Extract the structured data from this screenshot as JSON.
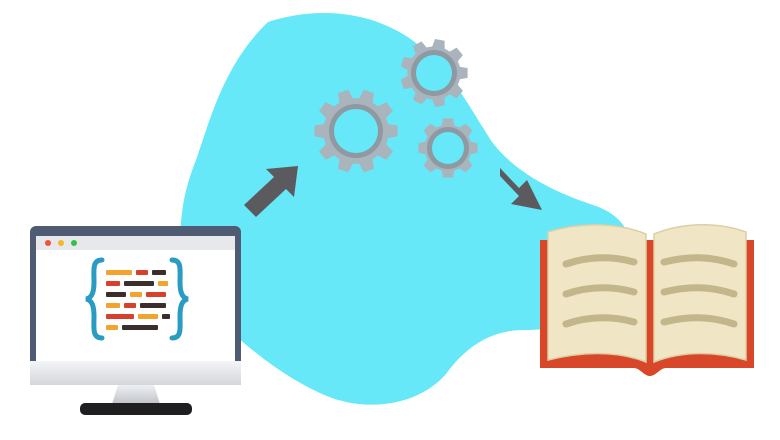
{
  "illustration": {
    "nodes": [
      {
        "id": "code-monitor",
        "icon": "code-brackets-icon"
      },
      {
        "id": "processing",
        "icon": "gears-icon"
      },
      {
        "id": "documentation",
        "icon": "open-book-icon"
      }
    ],
    "arrows": [
      {
        "from": "code-monitor",
        "to": "processing"
      },
      {
        "from": "processing",
        "to": "documentation"
      }
    ]
  },
  "colors": {
    "blob": "#66E8F8",
    "arrow": "#5B5B5F",
    "gear_fill": "#A9B4BD",
    "gear_shadow": "#8E99A2",
    "monitor_frame": "#4E5B73",
    "monitor_screen": "#FFFFFF",
    "monitor_stand": "#D5D8DD",
    "monitor_base": "#1F1F22",
    "window_dots": [
      "#F0523A",
      "#F6B62A",
      "#34C04C"
    ],
    "code_bracket": "#2A9BC2",
    "code_red": "#D8402E",
    "code_orange": "#F2A42C",
    "code_dark": "#3A2F2A",
    "book_cover": "#D9472B",
    "book_page": "#F0E6C6",
    "book_text_line": "#C2B68A"
  }
}
